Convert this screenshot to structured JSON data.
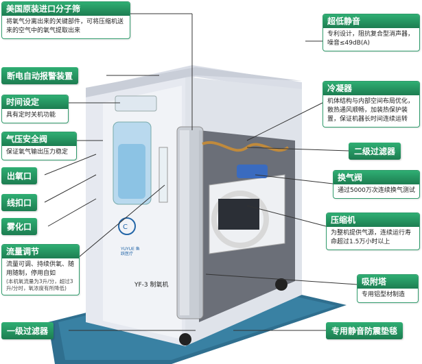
{
  "callouts": {
    "sieve": {
      "title": "美国原装进口分子筛",
      "desc": "将氧气分离出来的关键部件，可将压缩机送来的空气中的氧气提取出来"
    },
    "power_alarm": {
      "title": "断电自动报警装置"
    },
    "timer": {
      "title": "时间设定",
      "desc": "具有定时关机功能"
    },
    "pressure_valve": {
      "title": "气压安全阀",
      "desc": "保证氧气输出压力稳定"
    },
    "oxygen_outlet": {
      "title": "出氧口"
    },
    "line_port": {
      "title": "线扣口"
    },
    "nebulizer_port": {
      "title": "雾化口"
    },
    "flow_adjust": {
      "title": "流量调节",
      "desc": "流量可调、持续供氧、随用随制，停用自如",
      "note": "(本机氧流量为3升/分，超过3升/分时，氧浓度有所降低)"
    },
    "primary_filter": {
      "title": "一级过滤器"
    },
    "silent": {
      "title": "超低静音",
      "desc": "专利设计，阻抗复合型消声器，噪音≤49dB(A)"
    },
    "condenser": {
      "title": "冷凝器",
      "desc": "机体结构与内部空间布局优化，散热通风顺畅，加装热保护装置，保证机器长时间连续运转"
    },
    "secondary_filter": {
      "title": "二级过滤器"
    },
    "exchange_valve": {
      "title": "换气阀",
      "desc": "通过5000万次连续换气测试"
    },
    "compressor": {
      "title": "压缩机",
      "desc": "为整机提供气源，连续运行寿命超过1.5万小时以上"
    },
    "adsorption_tower": {
      "title": "吸附塔",
      "desc": "专用铝型材制造"
    },
    "mat": {
      "title": "专用静音防震垫毯"
    }
  },
  "machine": {
    "model_label": "YF-3 制氧机",
    "brand_text": "YUYUE 鱼跃医疗"
  },
  "colors": {
    "accent": "#1d7d51",
    "border": "#2e9a6a"
  }
}
